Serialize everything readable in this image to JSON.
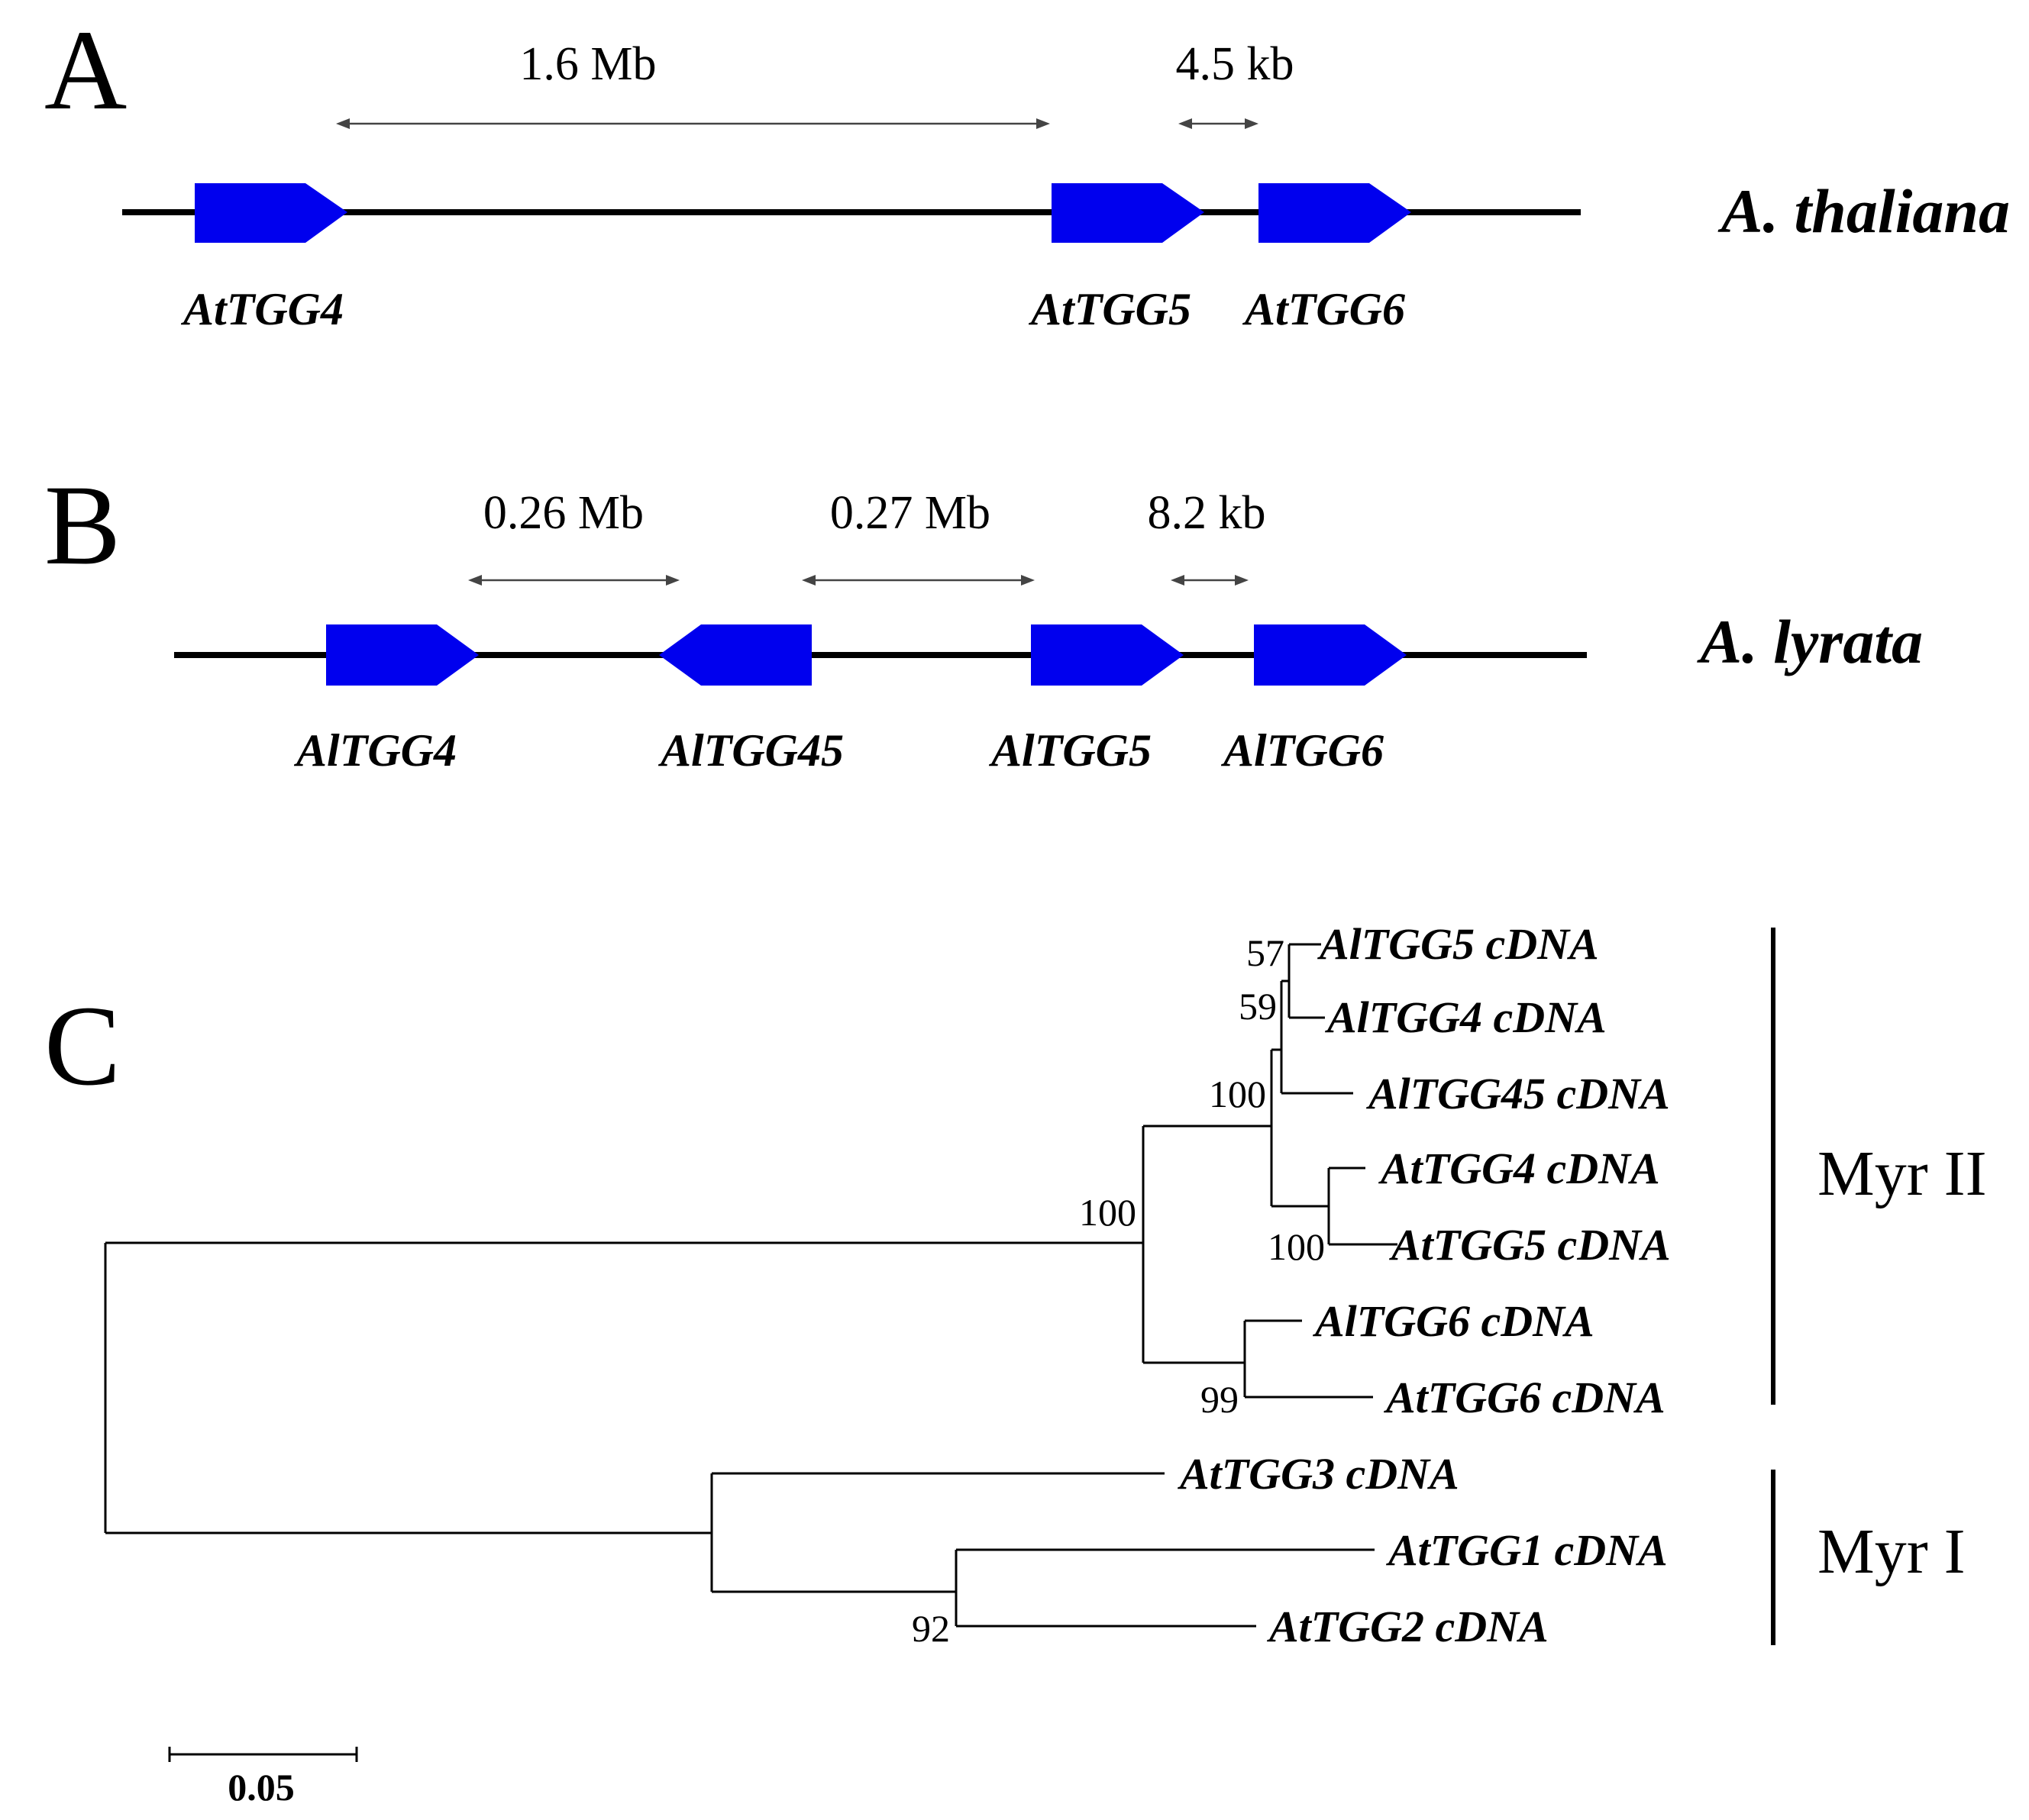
{
  "panel_a": {
    "label": "A",
    "species": "A. thaliana",
    "distances": [
      "1.6 Mb",
      "4.5 kb"
    ],
    "genes": [
      "AtTGG4",
      "AtTGG5",
      "AtTGG6"
    ]
  },
  "panel_b": {
    "label": "B",
    "species": "A. lyrata",
    "distances": [
      "0.26 Mb",
      "0.27 Mb",
      "8.2 kb"
    ],
    "genes": [
      "AlTGG4",
      "AlTGG45",
      "AlTGG5",
      "AlTGG6"
    ]
  },
  "panel_c": {
    "label": "C",
    "leaves": [
      "AlTGG5 cDNA",
      "AlTGG4 cDNA",
      "AlTGG45 cDNA",
      "AtTGG4 cDNA",
      "AtTGG5 cDNA",
      "AlTGG6 cDNA",
      "AtTGG6 cDNA",
      "AtTGG3 cDNA",
      "AtTGG1 cDNA",
      "AtTGG2 cDNA"
    ],
    "support_values": [
      "57",
      "59",
      "100",
      "100",
      "100",
      "99",
      "92"
    ],
    "clades": [
      "Myr II",
      "Myr I"
    ],
    "scale_bar": "0.05"
  },
  "colors": {
    "gene_fill": "#0000ee",
    "line": "#000000"
  }
}
